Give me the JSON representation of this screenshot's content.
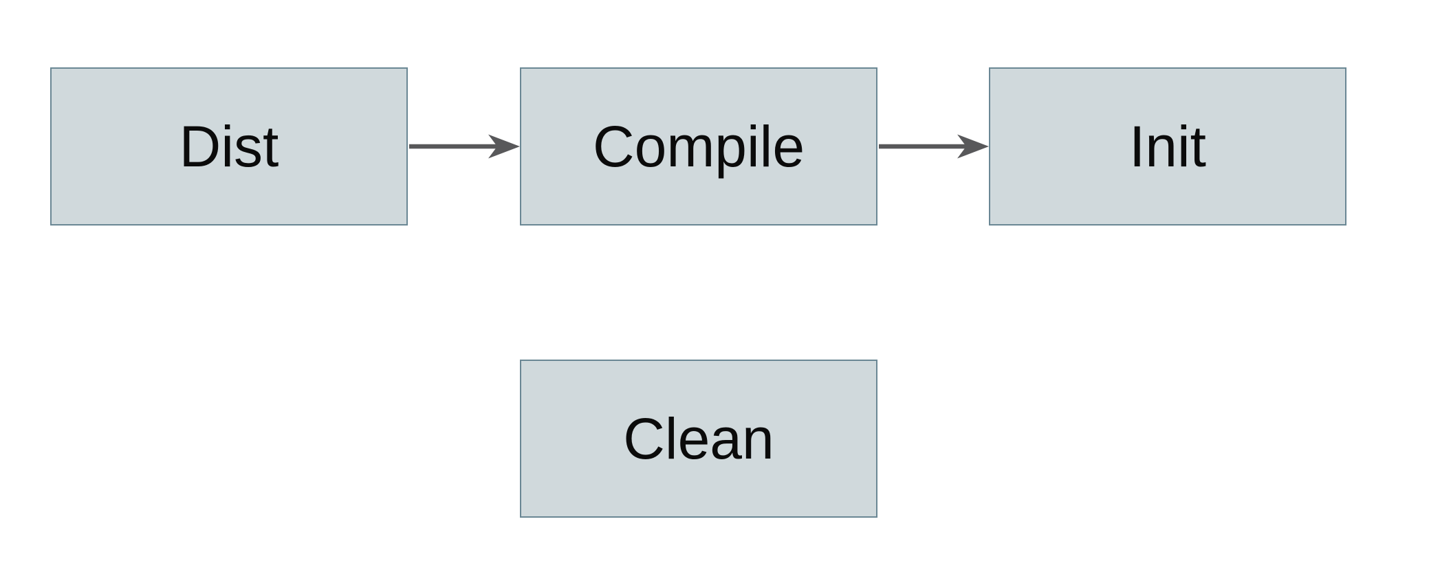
{
  "diagram": {
    "title": "build-targets-flowchart",
    "background_color": "#ffffff",
    "node_fill_color": "#d0d9dc",
    "node_border_color": "#6a8794",
    "node_text_color": "#0b0b0b",
    "arrow_color": "#58585a",
    "nodes": [
      {
        "id": "dist",
        "label": "Dist"
      },
      {
        "id": "compile",
        "label": "Compile"
      },
      {
        "id": "init",
        "label": "Init"
      },
      {
        "id": "clean",
        "label": "Clean"
      }
    ],
    "edges": [
      {
        "from": "Dist",
        "to": "Compile",
        "direction": "right"
      },
      {
        "from": "Compile",
        "to": "Init",
        "direction": "right"
      }
    ]
  }
}
